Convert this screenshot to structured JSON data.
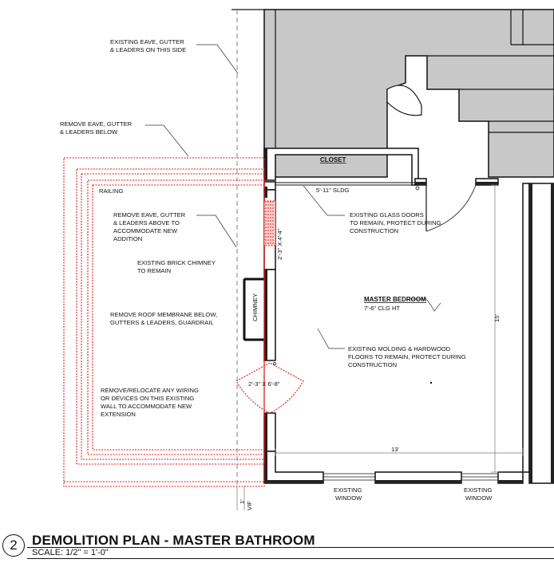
{
  "notes": {
    "existing_eave": [
      "EXISTING EAVE, GUTTER",
      "& LEADERS ON THIS SIDE"
    ],
    "remove_eave_below": [
      "REMOVE EAVE, GUTTER",
      "& LEADERS BELOW"
    ],
    "railing": "RAILING",
    "remove_eave_above": [
      "REMOVE EAVE, GUTTER",
      "& LEADERS ABOVE TO",
      "ACCOMMODATE NEW",
      "ADDITION"
    ],
    "chimney_remain": [
      "EXISTING BRICK CHIMNEY",
      "TO REMAIN"
    ],
    "remove_membrane": [
      "REMOVE ROOF MEMBRANE BELOW,",
      "GUTTERS & LEADERS, GUARDRAIL"
    ],
    "relocate_wiring": [
      "REMOVE/RELOCATE ANY WIRING",
      "OR DEVICES ON THIS EXISTING",
      "WALL TO ACCOMMODATE NEW",
      "EXTENSION"
    ],
    "glass_doors": [
      "EXISTING GLASS DOORS",
      "TO REMAIN, PROTECT DURING",
      "CONSTRUCTION"
    ],
    "molding": [
      "EXISTING MOLDING & HARDWOOD",
      "FLOORS TO REMAIN, PROTECT DURING",
      "CONSTRUCTION"
    ]
  },
  "labels": {
    "closet": "CLOSET",
    "sldg": "5'-11\" SLDG",
    "window_opening": "2'-3\" X 4'-4\"",
    "chimney": "CHIMNEY",
    "master_bedroom": "MASTER BEDROOM",
    "ceiling_height": "7'-6\" CLG HT",
    "door_opening": "2'-3\" X 6'-8\"",
    "dim_15": "15'",
    "dim_13": "13'",
    "vif": [
      "1'",
      "VIF"
    ],
    "window_1": [
      "EXISTING",
      "WINDOW"
    ],
    "window_2": [
      "EXISTING",
      "WINDOW"
    ]
  },
  "title_block": {
    "number": "2",
    "title": "DEMOLITION PLAN - MASTER BATHROOM",
    "scale": "SCALE: 1/2\" = 1'-0\""
  },
  "colors": {
    "demolition": "#e01818",
    "existing_fill": "#c8c8c8",
    "line": "#111111"
  }
}
